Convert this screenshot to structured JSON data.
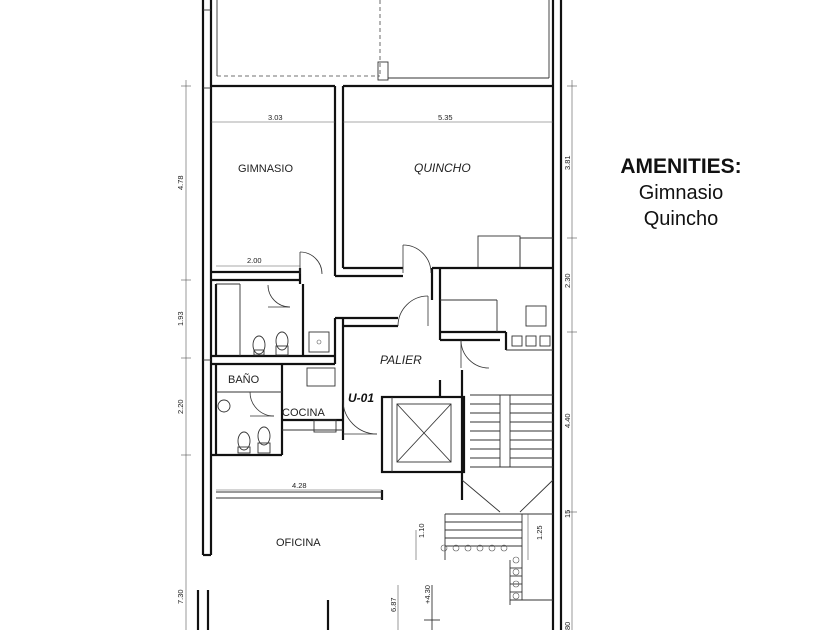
{
  "amenities": {
    "title": "AMENITIES:",
    "items": [
      "Gimnasio",
      "Quincho"
    ]
  },
  "rooms": {
    "gimnasio": "GIMNASIO",
    "quincho": "QUINCHO",
    "palier": "PALIER",
    "bano": "BAÑO",
    "cocina": "COCINA",
    "oficina": "OFICINA"
  },
  "unit_label": "U-01",
  "dimensions": {
    "gym_width": "3.03",
    "quincho_width": "5.35",
    "left_upper": "4.78",
    "left_middle": "1.93",
    "left_lower": "2.20",
    "left_bottom": "7.30",
    "right_upper": "3.81",
    "right_middle": "2.30",
    "right_lower": "4.40",
    "right_bottom": "80",
    "bath_width": "2.00",
    "office_width": "4.28",
    "stair_a": "1.10",
    "stair_b": "1.25",
    "office_depth": "6.87",
    "level": "+4.30",
    "small_15": "15"
  }
}
